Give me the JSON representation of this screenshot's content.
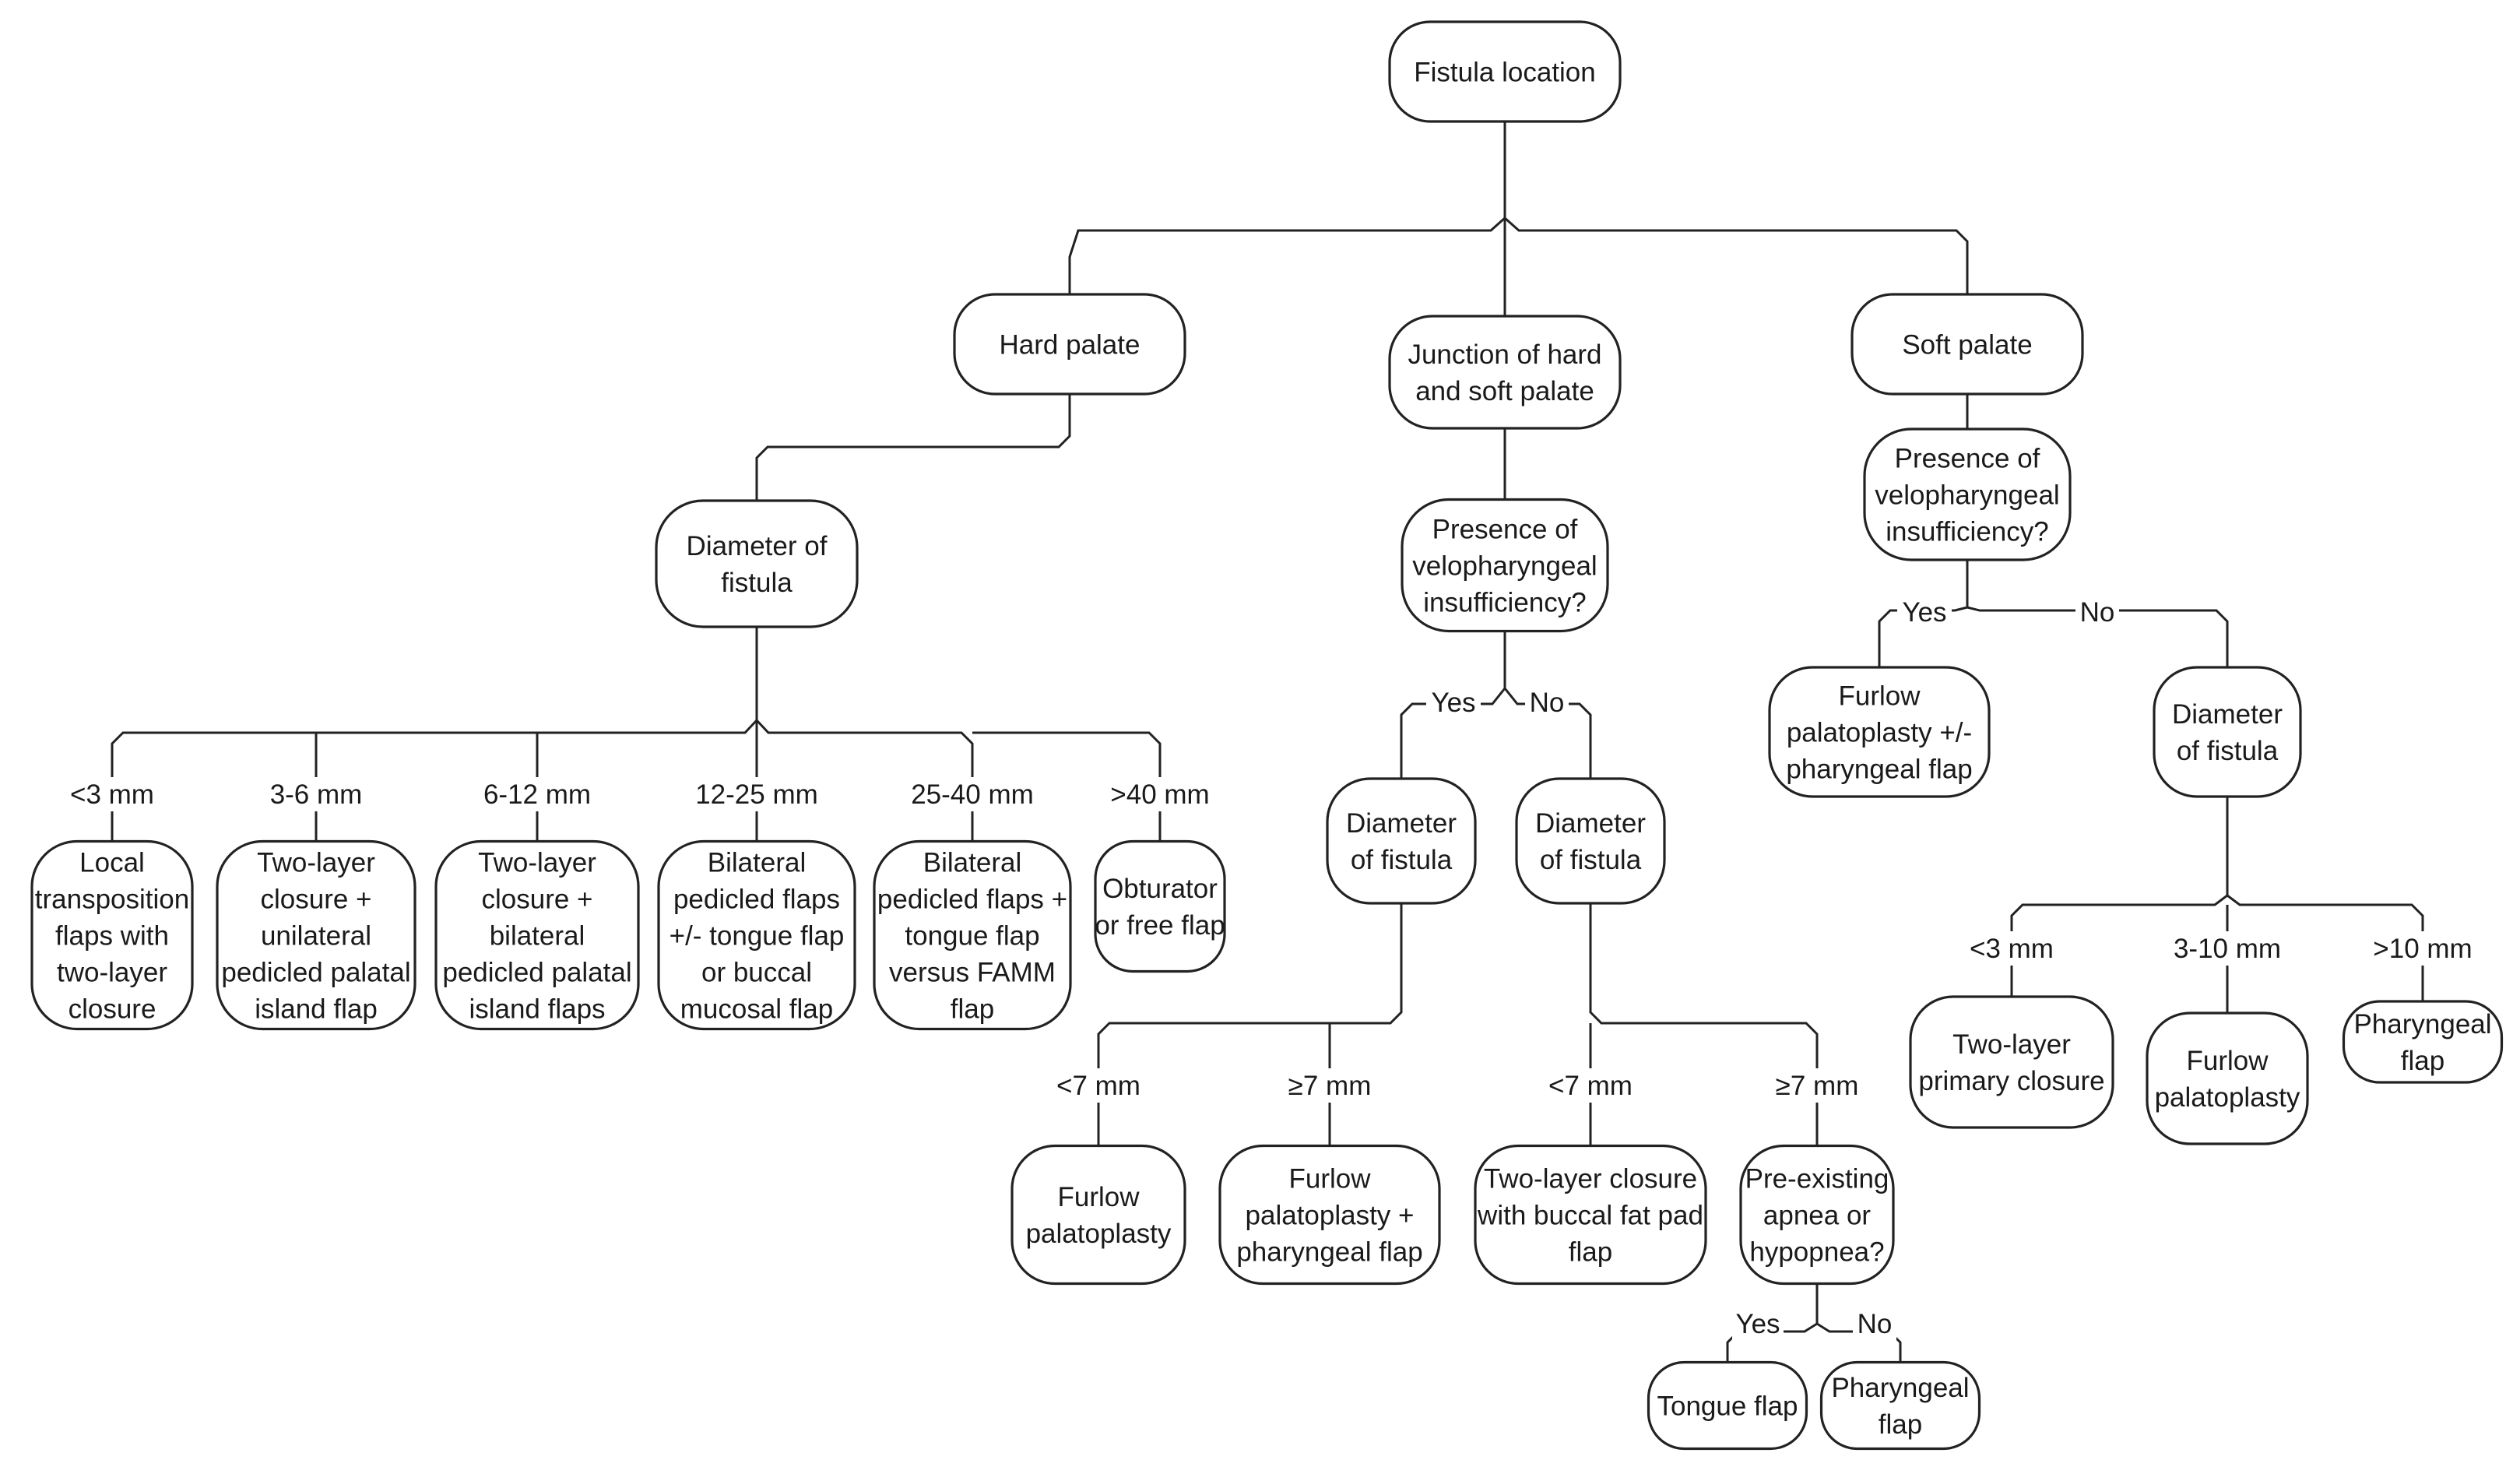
{
  "nodes": {
    "root": [
      "Fistula location"
    ],
    "hard": [
      "Hard palate"
    ],
    "junction": [
      "Junction of hard",
      "and soft palate"
    ],
    "soft": [
      "Soft palate"
    ],
    "hard_diam": [
      "Diameter of",
      "fistula"
    ],
    "h1": [
      "Local",
      "transposition",
      "flaps with",
      "two-layer",
      "closure"
    ],
    "h2": [
      "Two-layer",
      "closure +",
      "unilateral",
      "pedicled palatal",
      "island flap"
    ],
    "h3": [
      "Two-layer",
      "closure +",
      "bilateral",
      "pedicled palatal",
      "island flaps"
    ],
    "h4": [
      "Bilateral",
      "pedicled flaps",
      "+/- tongue flap",
      "or buccal",
      "mucosal flap"
    ],
    "h5": [
      "Bilateral",
      "pedicled flaps +",
      "tongue flap",
      "versus FAMM",
      "flap"
    ],
    "h6": [
      "Obturator",
      "or free flap"
    ],
    "j_vpi": [
      "Presence of",
      "velopharyngeal",
      "insufficiency?"
    ],
    "j_yes_diam": [
      "Diameter",
      "of fistula"
    ],
    "j_no_diam": [
      "Diameter",
      "of fistula"
    ],
    "jy1": [
      "Furlow",
      "palatoplasty"
    ],
    "jy2": [
      "Furlow",
      "palatoplasty +",
      "pharyngeal flap"
    ],
    "jn1": [
      "Two-layer closure",
      "with buccal fat pad",
      "flap"
    ],
    "jn_apnea": [
      "Pre-existing",
      "apnea or",
      "hypopnea?"
    ],
    "ja_yes": [
      "Tongue flap"
    ],
    "ja_no": [
      "Pharyngeal",
      "flap"
    ],
    "s_vpi": [
      "Presence of",
      "velopharyngeal",
      "insufficiency?"
    ],
    "s_yes": [
      "Furlow",
      "palatoplasty +/-",
      "pharyngeal flap"
    ],
    "s_diam": [
      "Diameter",
      "of fistula"
    ],
    "s1": [
      "Two-layer",
      "primary closure"
    ],
    "s2": [
      "Furlow",
      "palatoplasty"
    ],
    "s3": [
      "Pharyngeal",
      "flap"
    ]
  },
  "labels": {
    "hard_lt3": "<3 mm",
    "hard_3_6": "3-6 mm",
    "hard_6_12": "6-12 mm",
    "hard_12_25": "12-25 mm",
    "hard_25_40": "25-40 mm",
    "hard_gt40": ">40 mm",
    "junction_yes": "Yes",
    "junction_no": "No",
    "jy_lt7": "<7 mm",
    "jy_ge7": "≥7 mm",
    "jn_lt7": "<7 mm",
    "jn_ge7": "≥7 mm",
    "apnea_yes": "Yes",
    "apnea_no": "No",
    "soft_yes": "Yes",
    "soft_no": "No",
    "soft_lt3": "<3 mm",
    "soft_3_10": "3-10 mm",
    "soft_gt10": ">10 mm"
  }
}
